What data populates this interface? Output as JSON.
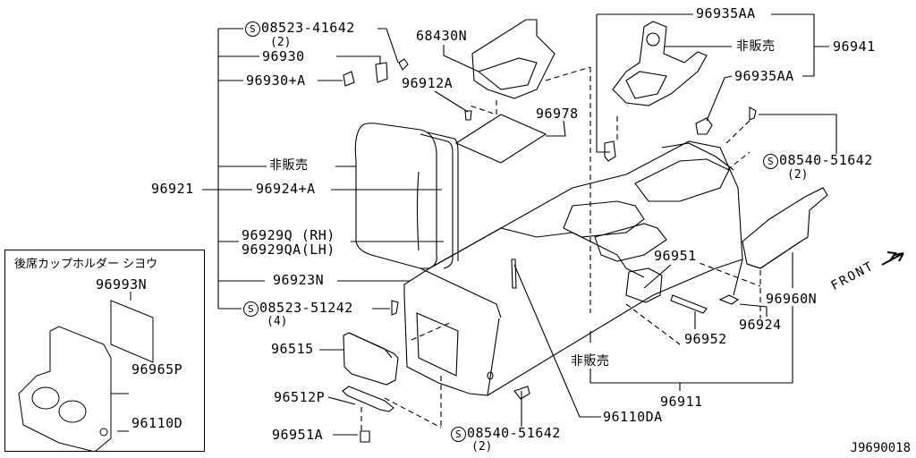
{
  "diagram": {
    "code": "J9690018",
    "front_label": "FRONT",
    "not_for_sale": "非販売",
    "inset": {
      "title": "後席カップホルダー シヨウ",
      "parts": [
        "96993N",
        "96965P",
        "96110D"
      ]
    },
    "labels": {
      "screw_08523_41642": "08523-41642",
      "screw_08523_41642_qty": "(2)",
      "p96930": "96930",
      "p96930A": "96930+A",
      "p68430N": "68430N",
      "p96912A": "96912A",
      "p96978": "96978",
      "p96935AA_top": "96935AA",
      "p96935AA_mid": "96935AA",
      "p96941": "96941",
      "screw_08540_51642_top": "08540-51642",
      "screw_08540_51642_top_qty": "(2)",
      "p96921": "96921",
      "p96924A": "96924+A",
      "p96929Q": "96929Q  (RH)",
      "p96929QA": "96929QA(LH)",
      "p96923N": "96923N",
      "screw_08523_51242": "08523-51242",
      "screw_08523_51242_qty": "(4)",
      "p96951": "96951",
      "p96960N": "96960N",
      "p96924": "96924",
      "p96952": "96952",
      "p96515": "96515",
      "p96512P": "96512P",
      "p96951A": "96951A",
      "screw_08540_51642_bot": "08540-51642",
      "screw_08540_51642_bot_qty": "(2)",
      "p96110DA": "96110DA",
      "p96911": "96911"
    },
    "screw_symbol": "S"
  }
}
